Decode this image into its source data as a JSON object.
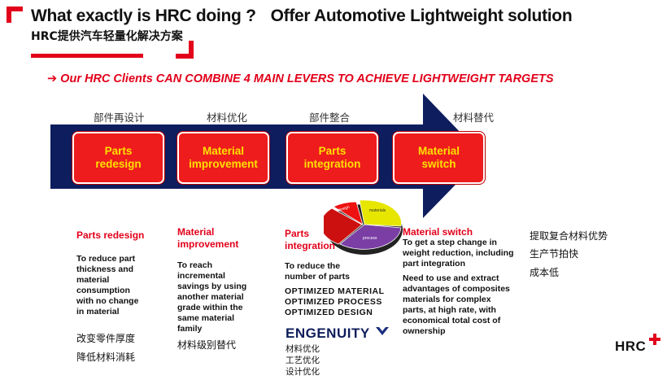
{
  "header": {
    "title_en": "What exactly is HRC doing ?",
    "title_en2": "Offer Automotive Lightweight solution",
    "subtitle_cn": "HRC提供汽车轻量化解决方案"
  },
  "headline": "➔ Our HRC Clients CAN COMBINE 4 MAIN LEVERS TO ACHIEVE LIGHTWEIGHT TARGETS",
  "levers": [
    {
      "cn": "部件再设计",
      "label": "Parts redesign"
    },
    {
      "cn": "材料优化",
      "label": "Material improvement"
    },
    {
      "cn": "部件整合",
      "label": "Parts integration"
    },
    {
      "cn": "材料替代",
      "label": "Material switch"
    }
  ],
  "pie_labels": [
    "design",
    "materials",
    "process"
  ],
  "columns": {
    "redesign": {
      "title": "Parts redesign",
      "body": "To reduce part thickness and material consumption with no change in material",
      "cn1": "改变零件厚度",
      "cn2": "降低材料消耗"
    },
    "improvement": {
      "title": "Material improvement",
      "body": "To reach incremental savings by using another material grade within the same material family",
      "cn1": "材料级别替代"
    },
    "integration": {
      "title": "Parts integration",
      "body": "To reduce the number of parts",
      "opt1": "OPTIMIZED MATERIAL",
      "opt2": "OPTIMIZED PROCESS",
      "opt3": "OPTIMIZED DESIGN",
      "brand": "ENGENUITY",
      "cn1": "材料优化",
      "cn2": "工艺优化",
      "cn3": "设计优化"
    },
    "switch": {
      "title": "Material switch",
      "body1": "To get a step change in weight reduction, including part integration",
      "body2": "Need to use and extract advantages of composites materials for complex parts, at high rate, with economical total cost of ownership"
    }
  },
  "right_notes": [
    "提取复合材料优势",
    "生产节拍快",
    "成本低"
  ],
  "logo": "HRC",
  "colors": {
    "red": "#e2001a",
    "box_red": "#ee1c1c",
    "box_text": "#ffe000",
    "navy": "#0d1d5e"
  }
}
